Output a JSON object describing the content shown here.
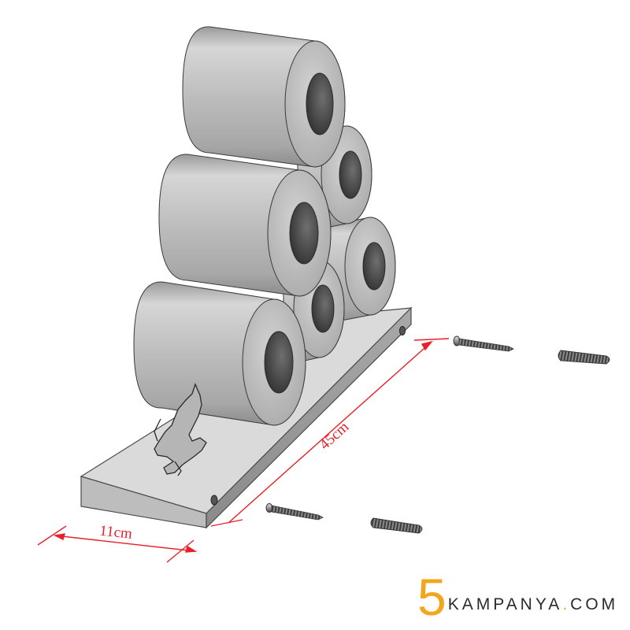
{
  "dimensions": {
    "width_label": "11cm",
    "length_label": "45cm"
  },
  "rolls": {
    "count": 6,
    "arrangement": "3-2-1 pyramid, two columns"
  },
  "hardware": {
    "screws": 2,
    "wall_plugs": 2
  },
  "brand": {
    "digit": "5",
    "name": "KAMPANYA",
    "dot": ".",
    "tld": "COM",
    "accent_color": "#f3a51c"
  },
  "colors": {
    "dimension_line": "#e8202a",
    "roll_body": "#c4c4c4",
    "base_top": "#d9d9d9"
  }
}
